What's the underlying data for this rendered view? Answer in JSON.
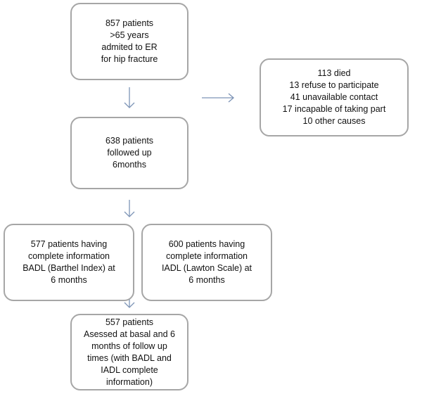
{
  "boxes": {
    "admitted": [
      "857 patients",
      ">65 years",
      "admited to ER",
      "for hip fracture"
    ],
    "excluded": [
      "113 died",
      "13 refuse to participate",
      "41 unavailable contact",
      "17 incapable of taking part",
      "10 other causes"
    ],
    "followed": [
      "638 patients",
      "followed up",
      "6months"
    ],
    "badl": [
      "577 patients  having",
      "complete information",
      "BADL (Barthel Index) at",
      "6 months"
    ],
    "iadl": [
      "600 patients having",
      "complete information",
      "IADL (Lawton Scale) at",
      "6 months"
    ],
    "assessed": [
      "557 patients",
      "Asessed at basal and 6",
      "months of follow up",
      "times (with BADL and",
      "IADL complete",
      "information)"
    ]
  },
  "colors": {
    "box_border": "#a6a6a6",
    "arrow": "#7d94b6"
  }
}
